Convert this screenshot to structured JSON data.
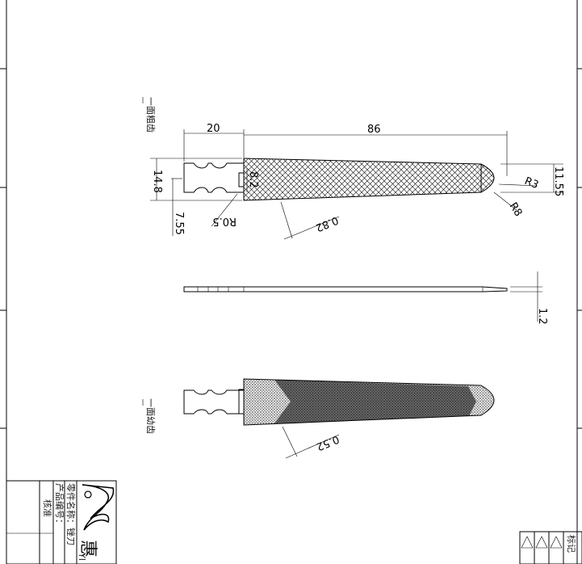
{
  "views": {
    "top": {
      "side_label": "一面粗齿",
      "dims": {
        "len_handle": "20",
        "len_blade": "86",
        "w_handle": "14.8",
        "w_neck": "8.2",
        "w_tip": "11.55",
        "notch": "7.55",
        "r_small": "R0.5",
        "r_tip": "R3",
        "r_end": "R8",
        "pitch": "0.82"
      }
    },
    "side": {
      "thickness": "1.2"
    },
    "bottom": {
      "side_label": "一面幼齿",
      "pitch": "0.52"
    }
  },
  "title_block": {
    "part_name": "零件名称：锉刀",
    "product_no": "产品编号：",
    "check": "核准",
    "company_char": "惠",
    "company_latin": "YI"
  },
  "revision_table": {
    "header": "标记"
  }
}
